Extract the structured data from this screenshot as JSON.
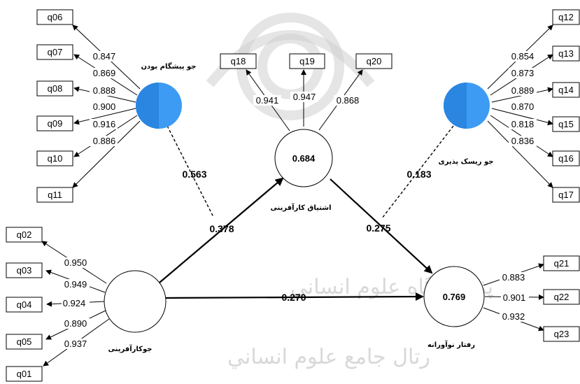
{
  "constructs": {
    "ent_fit": {
      "label": "جوکارآفرینی"
    },
    "ent_passion": {
      "label": "اشتیاق کارآفرینی",
      "r2": "0.684"
    },
    "innov_behavior": {
      "label": "رفتار نوآورانه",
      "r2": "0.769"
    },
    "proactive_climate": {
      "label": "جو پیشگام بودن"
    },
    "risk_climate": {
      "label": "جو ریسک پذیری"
    }
  },
  "indicators": {
    "q01": "q01",
    "q02": "q02",
    "q03": "q03",
    "q04": "q04",
    "q05": "q05",
    "q06": "q06",
    "q07": "q07",
    "q08": "q08",
    "q09": "q09",
    "q10": "q10",
    "q11": "q11",
    "q12": "q12",
    "q13": "q13",
    "q14": "q14",
    "q15": "q15",
    "q16": "q16",
    "q17": "q17",
    "q18": "q18",
    "q19": "q19",
    "q20": "q20",
    "q21": "q21",
    "q22": "q22",
    "q23": "q23"
  },
  "loadings": {
    "q02": "0.950",
    "q03": "0.949",
    "q04": "0.924",
    "q05": "0.890",
    "q01": "0.937",
    "q06": "0.847",
    "q07": "0.869",
    "q08": "0.888",
    "q09": "0.900",
    "q10": "0.916",
    "q11": "0.886",
    "q12": "0.854",
    "q13": "0.873",
    "q14": "0.889",
    "q15": "0.870",
    "q16": "0.818",
    "q17": "0.836",
    "q18": "0.941",
    "q19": "0.947",
    "q20": "0.868",
    "q21": "0.883",
    "q22": "0.901",
    "q23": "0.932"
  },
  "paths": {
    "proactive_to_passion": "0.563",
    "fit_to_passion": "0.378",
    "fit_to_behavior": "0.270",
    "passion_to_behavior": "0.275",
    "risk_to_behavior": "0.183"
  },
  "colors": {
    "moderator_fill": "#3d9bf3",
    "moderator_fill_dark": "#2a86e0"
  }
}
